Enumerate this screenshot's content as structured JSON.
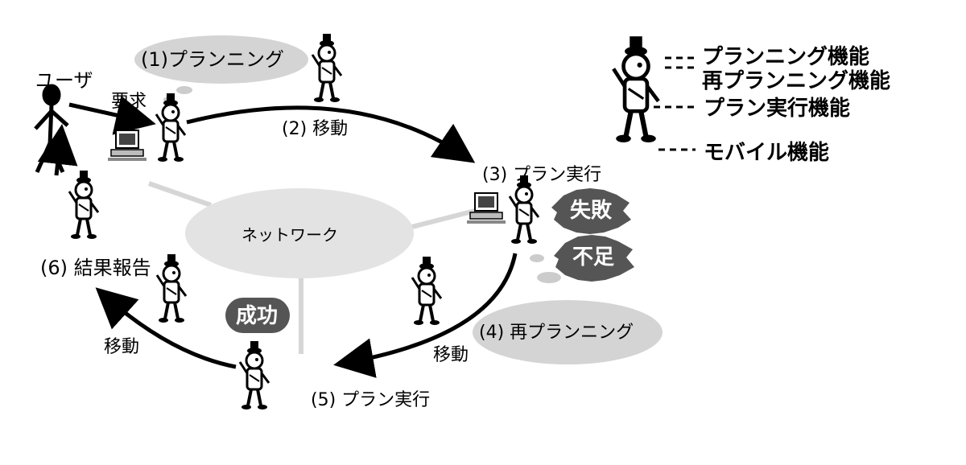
{
  "labels": {
    "user": "ユーザ",
    "request": "要求",
    "step1": "(1)プランニング",
    "step2": "(2) 移動",
    "step3": "(3) プラン実行",
    "step4": "(4) 再プランニング",
    "step5": "(5) プラン実行",
    "step6": "(6) 結果報告",
    "move_left": "移動",
    "move_right": "移動",
    "network": "ネットワーク",
    "failure": "失敗",
    "shortage": "不足",
    "success": "成功"
  },
  "legend": {
    "planning": "プランニング機能",
    "replanning": "再プランニング機能",
    "plan_execution": "プラン実行機能",
    "mobile": "モバイル機能"
  },
  "colors": {
    "ellipse_fill": "#d4d4d4",
    "network_fill": "#e3e3e3",
    "badge_fill": "#555555",
    "arrow": "#000000"
  }
}
